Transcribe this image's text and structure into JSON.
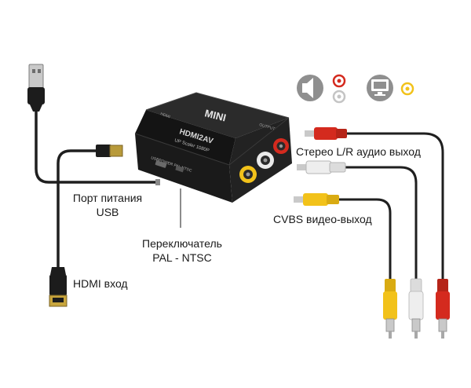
{
  "device": {
    "brand_text": "MINI",
    "model_text": "HDMI2AV",
    "subtitle_text": "UP Scaler 1080P",
    "port_text": "USBPOWER  PAL  NTSC",
    "output_text": "OUTPUT",
    "input_text": "HDMI"
  },
  "labels": {
    "power_line1": "Порт питания",
    "power_line2": "USB",
    "switch_line1": "Переключатель",
    "switch_line2": "PAL - NTSC",
    "hdmi_in": "HDMI вход",
    "stereo_out": "Стерео L/R аудио выход",
    "cvbs_out": "CVBS видео-выход"
  },
  "icons": [
    "speaker-icon",
    "monitor-icon"
  ],
  "colors": {
    "audio_right": "#d42a1e",
    "audio_left": "#e8e8e8",
    "video": "#f2c21a",
    "device_body": "#1c1c1c",
    "cable": "#1f1f1f"
  }
}
